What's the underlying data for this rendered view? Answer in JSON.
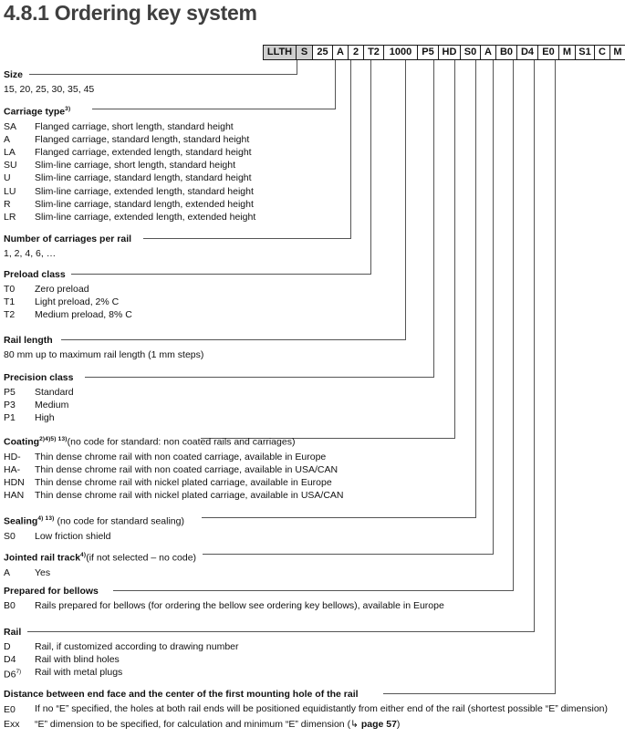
{
  "page": {
    "title": "4.8.1 Ordering key system"
  },
  "code_key": {
    "name": "ordering-key-code-string",
    "cells": [
      {
        "label": "LLTH",
        "shaded": true,
        "width": 36
      },
      {
        "label": "S",
        "shaded": true,
        "width": 18
      },
      {
        "label": "25",
        "shaded": false,
        "width": 22
      },
      {
        "label": "A",
        "shaded": false,
        "width": 17
      },
      {
        "label": "2",
        "shaded": false,
        "width": 17
      },
      {
        "label": "T2",
        "shaded": false,
        "width": 22
      },
      {
        "label": "1000",
        "shaded": false,
        "width": 37
      },
      {
        "label": "P5",
        "shaded": false,
        "width": 23
      },
      {
        "label": "HD",
        "shaded": false,
        "width": 24
      },
      {
        "label": "S0",
        "shaded": false,
        "width": 22
      },
      {
        "label": "A",
        "shaded": false,
        "width": 17
      },
      {
        "label": "B0",
        "shaded": false,
        "width": 23
      },
      {
        "label": "D4",
        "shaded": false,
        "width": 23
      },
      {
        "label": "E0",
        "shaded": false,
        "width": 23
      },
      {
        "label": "M",
        "shaded": false,
        "width": 18
      },
      {
        "label": "S1",
        "shaded": false,
        "width": 21
      },
      {
        "label": "C",
        "shaded": false,
        "width": 17
      },
      {
        "label": "M",
        "shaded": false,
        "width": 18
      }
    ]
  },
  "sections": {
    "size": {
      "heading": "Size",
      "values": "15, 20, 25, 30, 35, 45"
    },
    "carriage_type": {
      "heading": "Carriage type",
      "sup": "3)",
      "options": [
        {
          "code": "SA",
          "desc": "Flanged carriage, short length, standard height"
        },
        {
          "code": "A",
          "desc": "Flanged carriage, standard length, standard height"
        },
        {
          "code": "LA",
          "desc": "Flanged carriage, extended length, standard height"
        },
        {
          "code": "SU",
          "desc": "Slim-line carriage, short length, standard height"
        },
        {
          "code": "U",
          "desc": "Slim-line carriage, standard length, standard height"
        },
        {
          "code": "LU",
          "desc": "Slim-line carriage, extended length, standard height"
        },
        {
          "code": "R",
          "desc": "Slim-line carriage, standard length, extended height"
        },
        {
          "code": "LR",
          "desc": "Slim-line carriage, extended length, extended height"
        }
      ]
    },
    "carriages_per_rail": {
      "heading": "Number of carriages per rail",
      "values": "1, 2, 4, 6, …"
    },
    "preload_class": {
      "heading": "Preload class",
      "options": [
        {
          "code": "T0",
          "desc": "Zero preload"
        },
        {
          "code": "T1",
          "desc": "Light preload, 2% C"
        },
        {
          "code": "T2",
          "desc": "Medium preload, 8% C"
        }
      ]
    },
    "rail_length": {
      "heading": "Rail length",
      "values": "80 mm up to maximum rail length (1 mm steps)"
    },
    "precision_class": {
      "heading": "Precision class",
      "options": [
        {
          "code": "P5",
          "desc": "Standard"
        },
        {
          "code": "P3",
          "desc": "Medium"
        },
        {
          "code": "P1",
          "desc": "High"
        }
      ]
    },
    "coating": {
      "heading": "Coating",
      "sup": "2)4)5) 13)",
      "note": "(no code for standard: non coated rails and carriages)",
      "options": [
        {
          "code": "HD-",
          "desc": "Thin dense chrome rail with non coated carriage, available in Europe"
        },
        {
          "code": "HA-",
          "desc": "Thin dense chrome rail with non coated carriage, available in USA/CAN"
        },
        {
          "code": "HDN",
          "desc": "Thin dense chrome rail with nickel plated carriage, available in Europe"
        },
        {
          "code": "HAN",
          "desc": "Thin dense chrome rail with nickel plated carriage, available in USA/CAN"
        }
      ]
    },
    "sealing": {
      "heading": "Sealing",
      "sup": "4) 13)",
      "note": "(no code for standard sealing)",
      "options": [
        {
          "code": "S0",
          "desc": "Low friction shield"
        }
      ]
    },
    "jointed_rail_track": {
      "heading": "Jointed rail track",
      "sup": "4)",
      "note": "(if not selected – no code)",
      "options": [
        {
          "code": "A",
          "desc": "Yes"
        }
      ]
    },
    "prepared_for_bellows": {
      "heading": "Prepared for bellows",
      "options": [
        {
          "code": "B0",
          "desc": "Rails prepared for bellows (for ordering the bellow see ordering key bellows), available in Europe"
        }
      ]
    },
    "rail": {
      "heading": "Rail",
      "options": [
        {
          "code": "D",
          "sup": "",
          "desc": "Rail, if customized according to drawing number"
        },
        {
          "code": "D4",
          "sup": "",
          "desc": "Rail with blind holes"
        },
        {
          "code": "D6",
          "sup": "7)",
          "desc": "Rail with metal plugs"
        }
      ]
    },
    "distance_end_face": {
      "heading": "Distance between end face and the center of the first mounting hole of the rail",
      "options": [
        {
          "code": "E0",
          "desc": "If no “E” specified, the holes at both rail ends will be positioned equidistantly from either end of the rail (shortest possible “E” dimension)"
        },
        {
          "code": "Exx",
          "desc_pre": "“E” dimension to be specified, for calculation and minimum “E” dimension (",
          "arrow": "↳",
          "pageref": "page 57",
          "desc_post": ")"
        }
      ]
    }
  },
  "colors": {
    "title": "#3f3f3f",
    "shaded_cell": "#cfcfcf",
    "line": "#555555",
    "text": "#111111"
  }
}
